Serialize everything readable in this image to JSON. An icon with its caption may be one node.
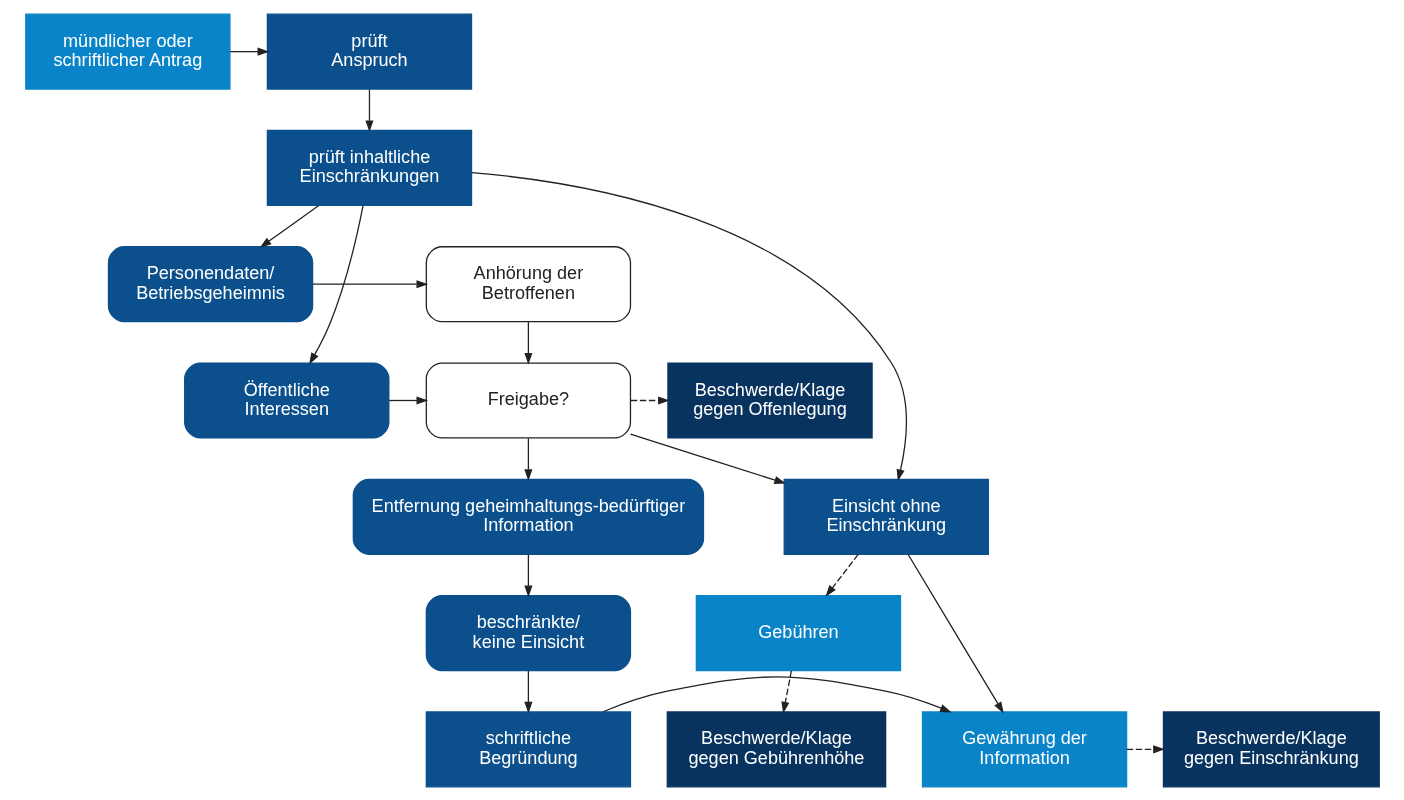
{
  "diagram": {
    "nodes": [
      {
        "text": [
          "mündlicher oder schriftlicher Antrag"
        ]
      },
      {
        "text": [
          "prüft Anspruch"
        ]
      },
      {
        "text": [
          "prüft inhaltliche Einschränkungen"
        ]
      },
      {
        "text": [
          "Personendaten/ Betriebsgeheimnis"
        ]
      },
      {
        "text": [
          "Öffentliche Interessen"
        ]
      },
      {
        "text": [
          "Anhörung der Betroffenen"
        ]
      },
      {
        "text": [
          "Freigabe?"
        ]
      },
      {
        "text": [
          "Beschwerde/Klage gegen Offenlegung"
        ]
      },
      {
        "text": [
          "Einsicht ohne Einschränkung"
        ]
      },
      {
        "text": [
          "Entfernung geheimhaltungs-bedürftiger Information"
        ]
      },
      {
        "text": [
          "beschränkte/ keine Einsicht"
        ]
      },
      {
        "text": [
          "schriftliche Begründung"
        ]
      },
      {
        "text": [
          "Gewährung der Information"
        ]
      },
      {
        "text": [
          "Gebühren"
        ]
      },
      {
        "text": [
          "Beschwerde/Klage gegen Einschränkung"
        ]
      },
      {
        "text": [
          "Beschwerde/Klage gegen Gebührenhöhe"
        ]
      }
    ],
    "edges": [
      {
        "from": 0,
        "to": 1,
        "arrow": "to"
      },
      {
        "from": 1,
        "to": 2,
        "arrow": "to"
      },
      {
        "from": 2,
        "to": 3,
        "arrow": "to"
      },
      {
        "from": 2,
        "to": 4,
        "arrow": "to"
      },
      {
        "from": 3,
        "to": 5,
        "arrow": "to"
      },
      {
        "from": 5,
        "to": 6,
        "arrow": "to"
      },
      {
        "from": 4,
        "to": 6,
        "arrow": "to"
      },
      {
        "from": 6,
        "to": 7,
        "arrow": "to",
        "style": "dashed"
      },
      {
        "from": 6,
        "to": 8,
        "arrow": "to"
      },
      {
        "from": 2,
        "to": 8,
        "arrow": "to"
      },
      {
        "from": 6,
        "to": 9,
        "arrow": "to"
      },
      {
        "from": 9,
        "to": 10,
        "arrow": "to"
      },
      {
        "from": 10,
        "to": 11,
        "arrow": "to"
      },
      {
        "from": 8,
        "to": 12,
        "arrow": "to"
      },
      {
        "from": 11,
        "to": 12,
        "arrow": "to"
      },
      {
        "from": 8,
        "to": 13,
        "arrow": "to",
        "style": "dashed"
      },
      {
        "from": 12,
        "to": 14,
        "arrow": "to",
        "style": "dashed"
      },
      {
        "from": 13,
        "to": 15,
        "arrow": "to",
        "style": "dashed"
      }
    ]
  }
}
